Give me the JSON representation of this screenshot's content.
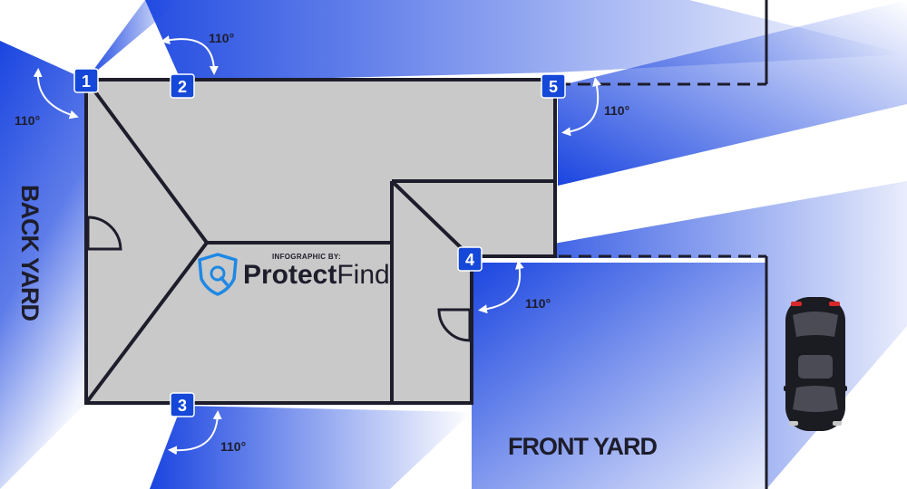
{
  "colors": {
    "coverage_blue": "#1a45e0",
    "badge_blue": "#1548d8",
    "house_fill": "#c9c9c9",
    "outline": "#1d1d2b",
    "logo_blue": "#1e88e5"
  },
  "yards": {
    "back": "BACK YARD",
    "front": "FRONT YARD"
  },
  "credit": {
    "prefix": "INFOGRAPHIC BY:",
    "brand_bold": "Protect",
    "brand_light": "Find"
  },
  "cameras": [
    {
      "number": "1",
      "angle": "110°"
    },
    {
      "number": "2",
      "angle": "110°"
    },
    {
      "number": "3",
      "angle": "110°"
    },
    {
      "number": "4",
      "angle": "110°"
    },
    {
      "number": "5",
      "angle": "110°"
    }
  ],
  "icons": {
    "logo": "shield-lock-icon",
    "car": "car-icon",
    "door": "door-swing-icon",
    "angle_arrow": "curved-double-arrow-icon"
  }
}
